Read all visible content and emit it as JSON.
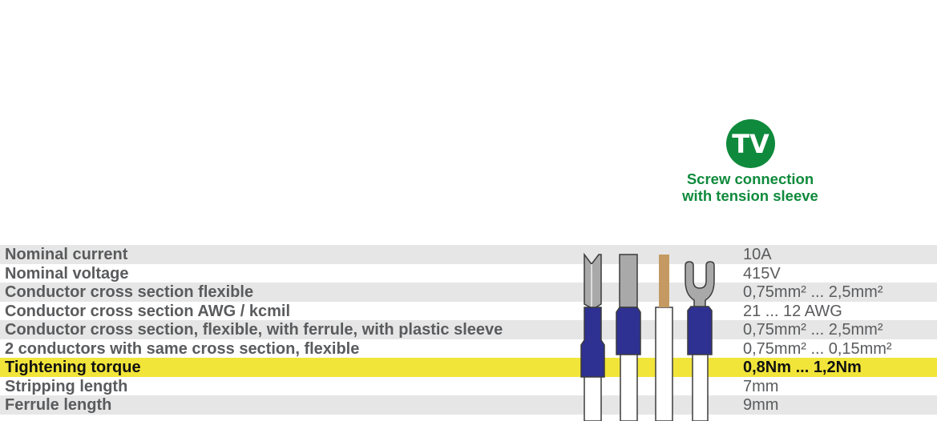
{
  "connection": {
    "badge": "TV",
    "caption_line1": "Screw connection",
    "caption_line2": "with tension sleeve"
  },
  "colors": {
    "brand_green": "#0f8a3c",
    "row_shade": "#e6e6e6",
    "highlight": "#f2e53a",
    "text_grey": "#5a5b5d",
    "ferrule_blue": "#2e3192",
    "copper": "#c49a62"
  },
  "specs": [
    {
      "label": "Nominal current",
      "value": "10A"
    },
    {
      "label": "Nominal voltage",
      "value": "415V"
    },
    {
      "label": "Conductor cross section flexible",
      "value": "0,75mm² ... 2,5mm²"
    },
    {
      "label": "Conductor cross section AWG / kcmil",
      "value": "21 ... 12 AWG"
    },
    {
      "label": "Conductor cross section, flexible, with ferrule, with plastic sleeve",
      "value": "0,75mm² ... 2,5mm²"
    },
    {
      "label": "2 conductors with same cross section, flexible",
      "value": "0,75mm² ... 0,15mm²"
    },
    {
      "label": "Tightening torque",
      "value": "0,8Nm ... 1,2Nm"
    },
    {
      "label": "Stripping length",
      "value": "7mm"
    },
    {
      "label": "Ferrule length",
      "value": "9mm"
    }
  ],
  "illustration_icons": [
    "twin-ferrule-icon",
    "single-ferrule-icon",
    "stripped-wire-icon",
    "fork-terminal-icon"
  ]
}
